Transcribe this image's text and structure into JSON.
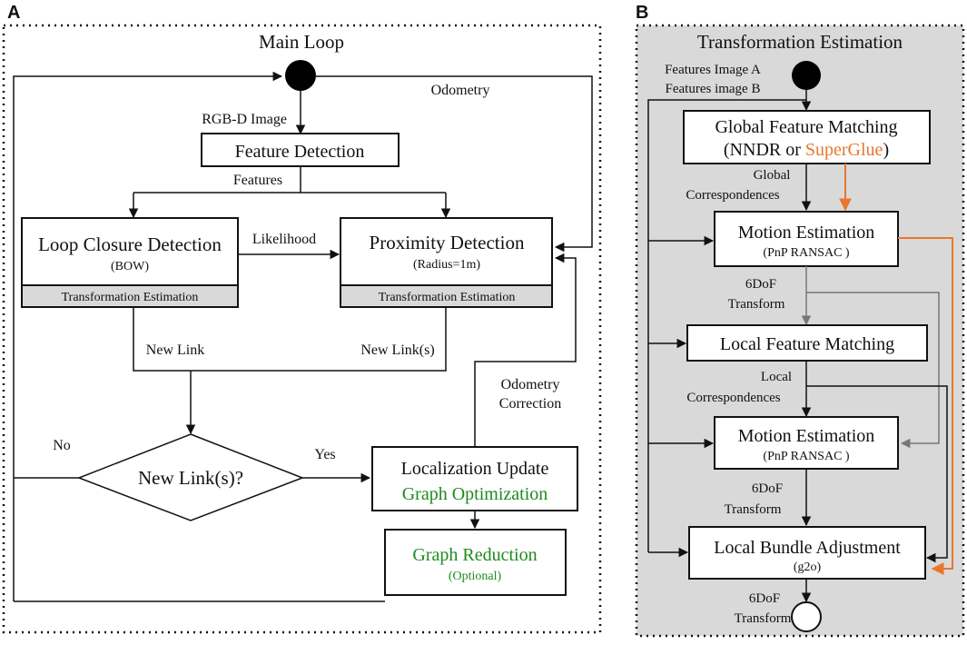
{
  "panel_a": {
    "letter": "A",
    "title": "Main Loop",
    "labels": {
      "rgbd": "RGB-D Image",
      "odometry": "Odometry",
      "features": "Features",
      "likelihood": "Likelihood",
      "new_link": "New Link",
      "new_links": "New Link(s)",
      "odometry_correction_1": "Odometry",
      "odometry_correction_2": "Correction",
      "no": "No",
      "yes": "Yes"
    },
    "feature_detection": "Feature Detection",
    "loop_closure": {
      "title": "Loop Closure Detection",
      "sub": "(BOW)",
      "footer": "Transformation Estimation"
    },
    "proximity": {
      "title": "Proximity Detection",
      "sub": "(Radius=1m)",
      "footer": "Transformation Estimation"
    },
    "decision": "New Link(s)?",
    "localization": {
      "line1": "Localization Update",
      "line2": "Graph Optimization"
    },
    "reduction": {
      "line1": "Graph Reduction",
      "line2": "(Optional)"
    }
  },
  "panel_b": {
    "letter": "B",
    "title": "Transformation Estimation",
    "labels": {
      "inputs_1": "Features Image A",
      "inputs_2": "Features image B",
      "global_corr_1": "Global",
      "global_corr_2": "Correspondences",
      "dof_1a": "6DoF",
      "dof_1b": "Transform",
      "local_corr_1": "Local",
      "local_corr_2": "Correspondences",
      "dof_2a": "6DoF",
      "dof_2b": "Transform",
      "dof_3a": "6DoF",
      "dof_3b": "Transform"
    },
    "global_matching": {
      "line1": "Global Feature Matching",
      "line2a": "(NNDR or ",
      "line2b": "SuperGlue",
      "line2c": ")"
    },
    "motion_1": {
      "title": "Motion Estimation",
      "sub": "(PnP RANSAC )"
    },
    "local_matching": "Local Feature Matching",
    "motion_2": {
      "title": "Motion Estimation",
      "sub": "(PnP RANSAC )"
    },
    "bundle": {
      "title": "Local Bundle Adjustment",
      "sub": "(g2o)"
    }
  },
  "colors": {
    "green": "#1f8a1f",
    "orange": "#e8772e",
    "panel_b_bg": "#d9d9d9",
    "footer_bg": "#d9d9d9"
  }
}
